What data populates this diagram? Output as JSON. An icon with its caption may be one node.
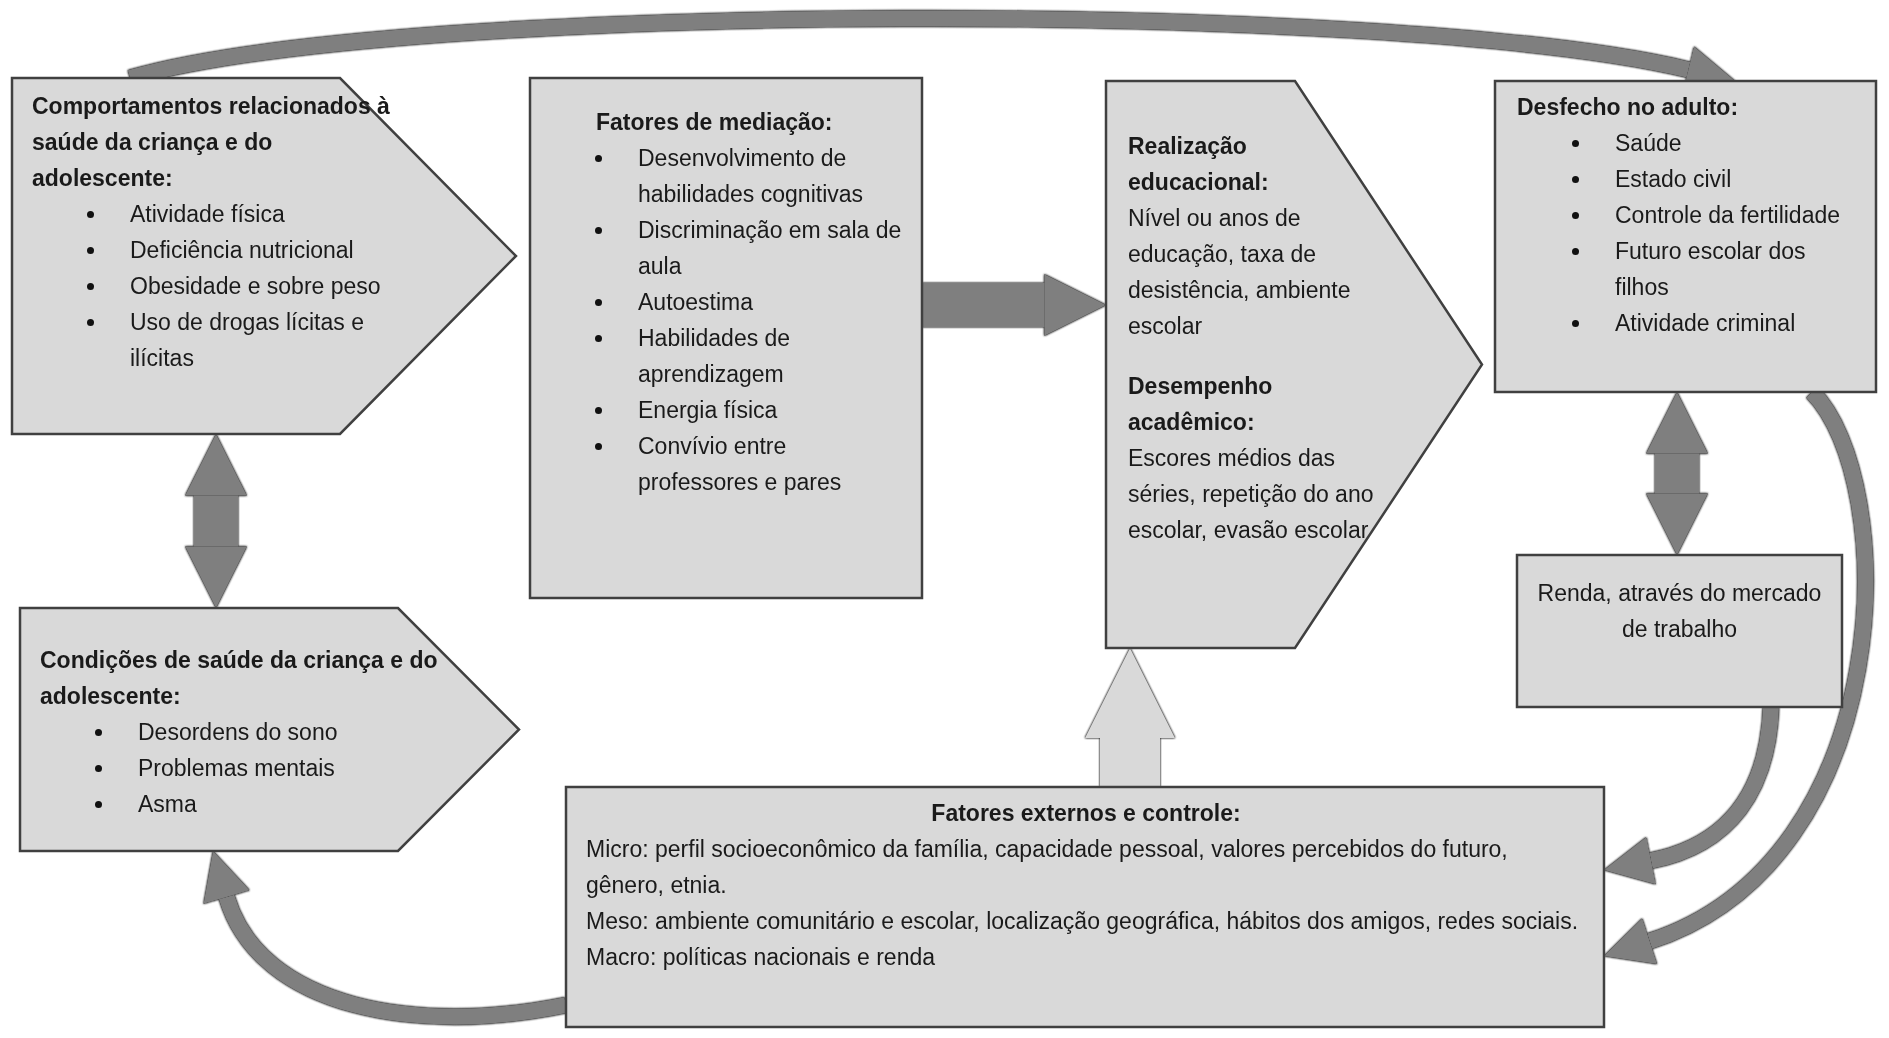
{
  "diagram": {
    "nodes": [
      {
        "text": [
          "Comportamentos relacionados à saúde da criança e do adolescente:",
          "Atividade física",
          "Deficiência nutricional",
          "Obesidade e sobre peso",
          "Uso de drogas lícitas e ilícitas"
        ]
      },
      {
        "text": [
          "Fatores de mediação:",
          "Desenvolvimento de habilidades cognitivas",
          "Discriminação em sala de aula",
          "Autoestima",
          "Habilidades de aprendizagem",
          "Energia física",
          "Convívio entre professores e pares"
        ]
      },
      {
        "text": [
          "Realização educacional:",
          "Nível ou anos de educação, taxa de desistência, ambiente escolar",
          "Desempenho acadêmico:",
          "Escores médios das séries, repetição do ano escolar, evasão escolar"
        ]
      },
      {
        "text": [
          "Desfecho no adulto:",
          "Saúde",
          "Estado civil",
          "Controle da fertilidade",
          "Futuro escolar dos filhos",
          "Atividade criminal"
        ]
      },
      {
        "text": [
          "Renda, através do mercado de trabalho"
        ]
      },
      {
        "text": [
          "Condições de saúde da criança e do adolescente:",
          "Desordens do sono",
          "Problemas mentais",
          "Asma"
        ]
      },
      {
        "text": [
          "Fatores externos e controle:",
          "Micro: perfil socioeconômico da família, capacidade pessoal, valores percebidos do futuro, gênero, etnia.",
          "Meso: ambiente comunitário e escolar, localização geográfica, hábitos dos amigos, redes sociais.",
          "Macro: políticas nacionais e renda"
        ]
      }
    ],
    "edges": [
      {
        "from": 0,
        "to": 5,
        "arrow": "both",
        "style": "thick"
      },
      {
        "from": 1,
        "to": 2,
        "arrow": "to",
        "style": "thick"
      },
      {
        "from": 6,
        "to": 2,
        "arrow": "to",
        "style": "thick",
        "color": "#d9d9d9"
      },
      {
        "from": 3,
        "to": 4,
        "arrow": "both",
        "style": "thick"
      },
      {
        "from": 0,
        "to": 3,
        "arrow": "to"
      },
      {
        "from": 3,
        "to": 6,
        "arrow": "to"
      },
      {
        "from": 4,
        "to": 6,
        "arrow": "to"
      },
      {
        "from": 6,
        "to": 5,
        "arrow": "to"
      }
    ]
  }
}
